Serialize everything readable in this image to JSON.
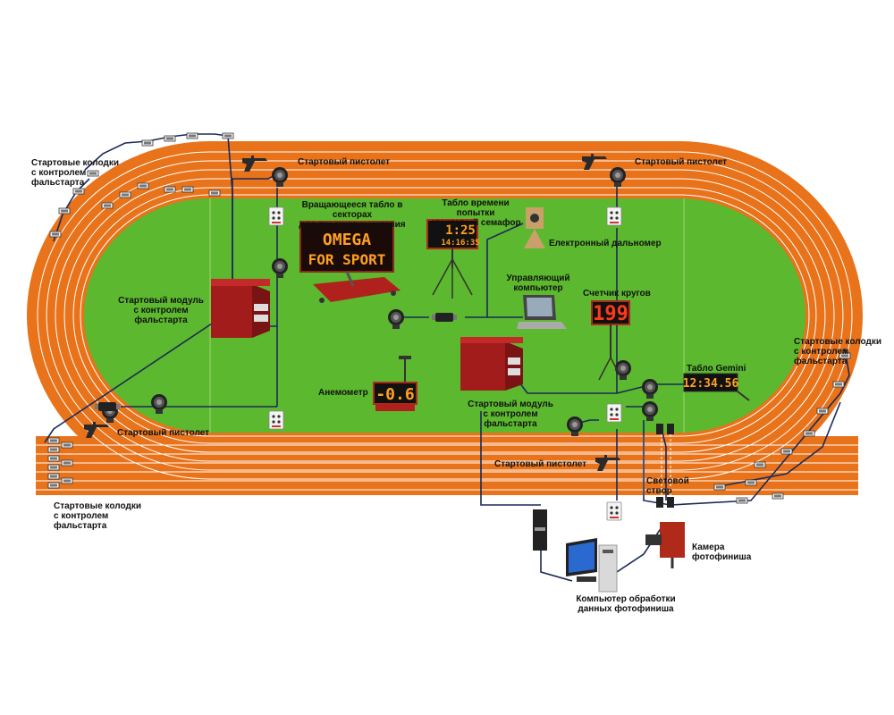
{
  "colors": {
    "track": "#e8731a",
    "track_dark": "#c95a10",
    "field": "#5cb82e",
    "lane_line": "#ffffff",
    "cable": "#1a2a5a",
    "equipment_red": "#b0201c",
    "led_red": "#ff3a1a",
    "led_amber": "#ffa020",
    "led_green": "#40ff40"
  },
  "labels": {
    "starting_blocks_top_left": "Стартовые колодки\nс контролем\nфальстарта",
    "starting_pistol_top_left": "Стартовый пистолет",
    "starting_pistol_top_right": "Стартовый пистолет",
    "rotating_board": "Вращающееся табло в секторах\nдля прыжков и метания",
    "attempt_board": "Табло времени попытки\nстартовый семафор",
    "rangefinder": "Електронный дальномер",
    "control_computer": "Управляющий\nкомпьютер",
    "lap_counter": "Счетчик кругов",
    "start_module_left": "Стартовый модуль\nс контролем фальстарта",
    "start_module_center": "Стартовый модуль\nс контролем фальстарта",
    "anemometer": "Анемометр",
    "gemini_board": "Табло Gemini",
    "starting_blocks_right": "Стартовые колодки\nс контролем\nфальстарта",
    "starting_pistol_left": "Стартовый пистолет",
    "starting_pistol_bottom": "Стартовый пистолет",
    "light_gate": "Световой\nствор",
    "photofinish_camera": "Камера\nфотофиниша",
    "photofinish_computer": "Компьютер обработки\nданных фотофиниша",
    "starting_blocks_bottom_left": "Стартовые колодки\nс контролем\nфальстарта"
  },
  "displays": {
    "rotating_board_line1": "OMEGA",
    "rotating_board_line2": "FOR SPORT",
    "attempt_time": "1:25",
    "attempt_clock": "14:16:35",
    "lap_count": "199",
    "anemometer_value": "-0.6",
    "gemini_time": "12:34.56"
  },
  "icons": [
    "starting-pistol-icon",
    "loudspeaker-icon",
    "start-block-icon",
    "junction-box-icon",
    "camera-icon",
    "monitor-icon",
    "laptop-icon",
    "tripod-icon"
  ]
}
